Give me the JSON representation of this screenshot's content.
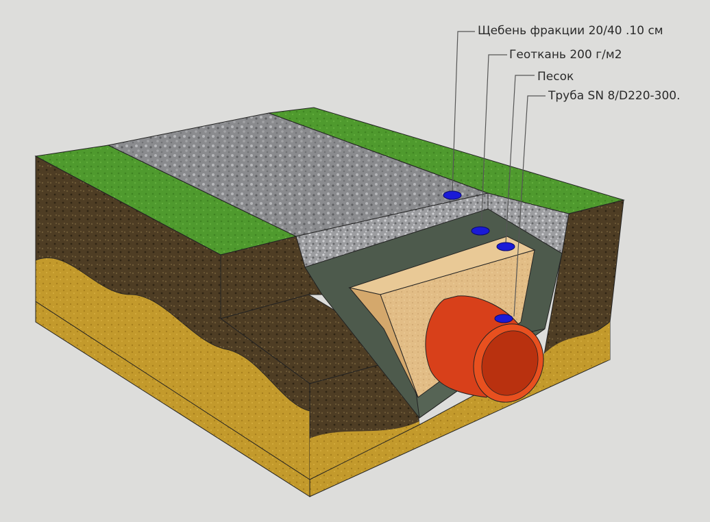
{
  "callouts": [
    {
      "id": "gravel",
      "text": "Щебень фракции 20/40 .10 см"
    },
    {
      "id": "geotextile",
      "text": "Геоткань 200 г/м2"
    },
    {
      "id": "sand",
      "text": "Песок"
    },
    {
      "id": "pipe",
      "text": "Труба SN 8/D220-300."
    }
  ],
  "colors": {
    "background": "#dddddb",
    "grass": "#4f9a2e",
    "soil": "#4a3a22",
    "clay": "#c39a2c",
    "gravel": "#8e8f92",
    "geotextile": "#4d5a4c",
    "sand": "#e2bd86",
    "pipe": "#d8401a",
    "marker": "#1a1ad6"
  }
}
